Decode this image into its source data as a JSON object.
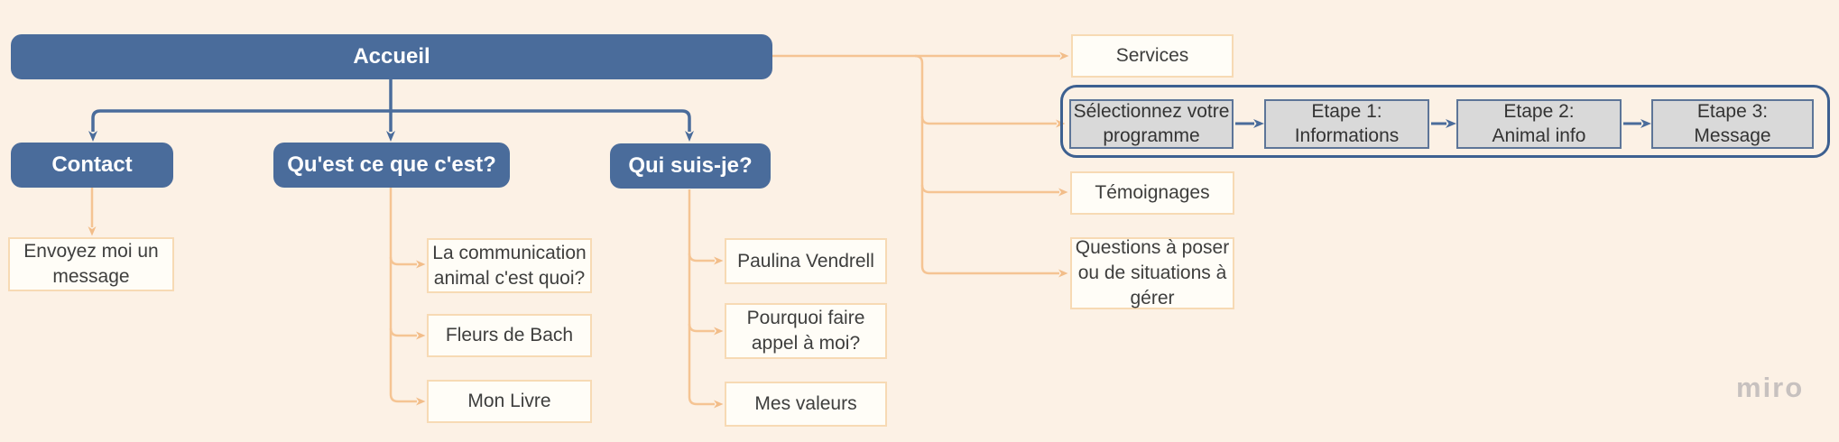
{
  "board": {
    "app": "miro",
    "watermark_label": "miro",
    "background": "#fcf1e5"
  },
  "palette": {
    "blue_node_fill": "#4a6c9b",
    "blue_connector": "#4a6c9b",
    "orange_connector": "#f5c493",
    "light_node_fill": "#fffdf7",
    "light_node_border": "#f7dab4",
    "gray_node_fill": "#d9d9d9",
    "gray_node_border": "#5d7598",
    "group_border": "#3d6090",
    "text_dark": "#3e3e3d",
    "text_light": "#ffffff"
  },
  "nodes": {
    "accueil": {
      "label": "Accueil"
    },
    "contact": {
      "label": "Contact"
    },
    "quest": {
      "label": "Qu'est ce que c'est?"
    },
    "qui_suis_je": {
      "label": "Qui suis-je?"
    },
    "envoyez": {
      "label": "Envoyez moi un\nmessage"
    },
    "communication": {
      "label": "La communication\nanimal c'est quoi?"
    },
    "fleurs": {
      "label": "Fleurs de Bach"
    },
    "livre": {
      "label": "Mon Livre"
    },
    "paulina": {
      "label": "Paulina Vendrell"
    },
    "pourquoi": {
      "label": "Pourquoi faire\nappel à moi?"
    },
    "valeurs": {
      "label": "Mes valeurs"
    },
    "services": {
      "label": "Services"
    },
    "programme": {
      "label": "Sélectionnez votre\nprogramme"
    },
    "etape1": {
      "label": "Etape 1:\nInformations"
    },
    "etape2": {
      "label": "Etape 2:\nAnimal info"
    },
    "etape3": {
      "label": "Etape 3:\nMessage"
    },
    "temoignages": {
      "label": "Témoignages"
    },
    "questions": {
      "label": "Questions à poser\nou de situations à\ngérer"
    }
  },
  "edges": [
    {
      "from": "Accueil",
      "to": "Contact",
      "color": "blue"
    },
    {
      "from": "Accueil",
      "to": "Qu'est ce que c'est?",
      "color": "blue"
    },
    {
      "from": "Accueil",
      "to": "Qui suis-je?",
      "color": "blue"
    },
    {
      "from": "Contact",
      "to": "Envoyez moi un message",
      "color": "orange"
    },
    {
      "from": "Qu'est ce que c'est?",
      "to": "La communication animal c'est quoi?",
      "color": "orange"
    },
    {
      "from": "Qu'est ce que c'est?",
      "to": "Fleurs de Bach",
      "color": "orange"
    },
    {
      "from": "Qu'est ce que c'est?",
      "to": "Mon Livre",
      "color": "orange"
    },
    {
      "from": "Qui suis-je?",
      "to": "Paulina Vendrell",
      "color": "orange"
    },
    {
      "from": "Qui suis-je?",
      "to": "Pourquoi faire appel à moi?",
      "color": "orange"
    },
    {
      "from": "Qui suis-je?",
      "to": "Mes valeurs",
      "color": "orange"
    },
    {
      "from": "Accueil",
      "to": "Services",
      "color": "orange"
    },
    {
      "from": "Accueil",
      "to": "Sélectionnez votre programme",
      "color": "orange"
    },
    {
      "from": "Accueil",
      "to": "Témoignages",
      "color": "orange"
    },
    {
      "from": "Accueil",
      "to": "Questions à poser ou de situations à gérer",
      "color": "orange"
    },
    {
      "from": "Sélectionnez votre programme",
      "to": "Etape 1: Informations",
      "color": "blue"
    },
    {
      "from": "Etape 1: Informations",
      "to": "Etape 2: Animal info",
      "color": "blue"
    },
    {
      "from": "Etape 2: Animal info",
      "to": "Etape 3: Message",
      "color": "blue"
    }
  ]
}
